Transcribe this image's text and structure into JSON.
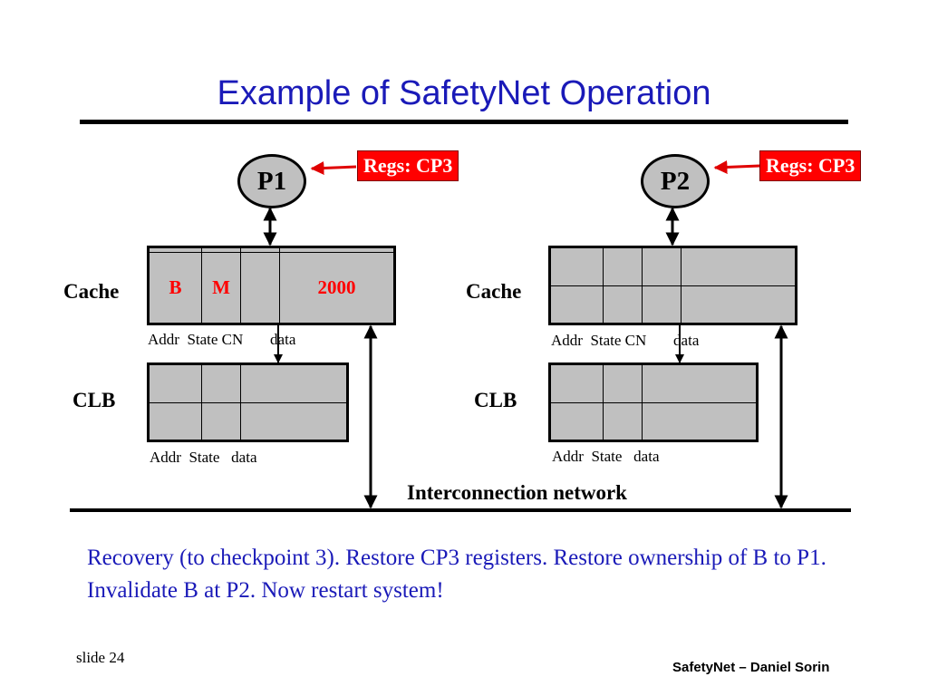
{
  "slide": {
    "title": "Example of SafetyNet Operation",
    "network_label": "Interconnection network",
    "body": "Recovery (to checkpoint 3).  Restore CP3 registers.  Restore ownership of B to P1.  Invalidate B at P2.  Now restart system!",
    "footer_left": "slide 24",
    "footer_right": "SafetyNet – Daniel Sorin"
  },
  "nodes": [
    {
      "processor": "P1",
      "regs": "Regs: CP3",
      "cache_label": "Cache",
      "cache_row2": [
        "B",
        "M",
        "",
        "2000"
      ],
      "cache_fields": "Addr  State CN       data",
      "clb_label": "CLB",
      "clb_fields": "Addr  State   data"
    },
    {
      "processor": "P2",
      "regs": "Regs: CP3",
      "cache_label": "Cache",
      "cache_row2": [
        "",
        "",
        "",
        ""
      ],
      "cache_fields": "Addr  State CN       data",
      "clb_label": "CLB",
      "clb_fields": "Addr  State   data"
    }
  ],
  "colors": {
    "title": "#1a1ab8",
    "highlight": "#ff0000",
    "box_fill": "#c0c0c0"
  }
}
